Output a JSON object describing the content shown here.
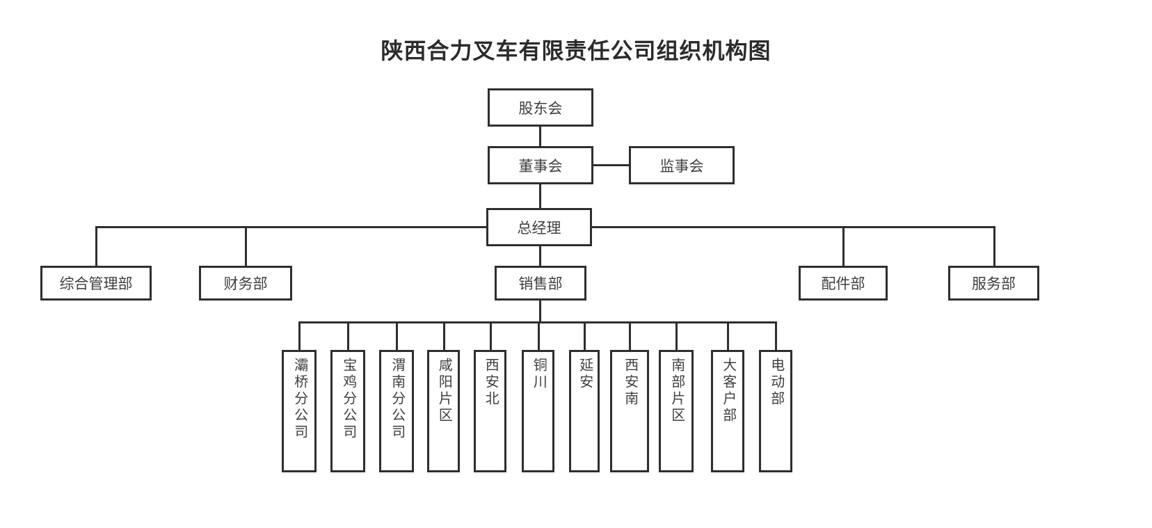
{
  "page": {
    "title": "陕西合力叉车有限责任公司组织机构图",
    "type": "organization-chart",
    "colors": {
      "background": "#ffffff",
      "border": "#2e2e2e",
      "text": "#3f3f3f",
      "title_text": "#2b2b2b"
    }
  },
  "chart_data": {
    "type": "diagram",
    "title": "陕西合力叉车有限责任公司组织机构图",
    "levels": [
      {
        "level": 1,
        "nodes": [
          "股东会"
        ]
      },
      {
        "level": 2,
        "nodes": [
          "董事会",
          "监事会"
        ]
      },
      {
        "level": 3,
        "nodes": [
          "总经理"
        ]
      },
      {
        "level": 4,
        "nodes": [
          "综合管理部",
          "财务部",
          "销售部",
          "配件部",
          "服务部"
        ]
      },
      {
        "level": 5,
        "nodes": [
          "灞桥分公司",
          "宝鸡分公司",
          "渭南分公司",
          "咸阳片区",
          "西安北",
          "铜川",
          "延安",
          "西安南",
          "南部片区",
          "大客户部",
          "电动部"
        ]
      }
    ]
  },
  "nodes": {
    "shareholders": {
      "label": "股东会"
    },
    "board": {
      "label": "董事会"
    },
    "supervisors": {
      "label": "监事会"
    },
    "gm": {
      "label": "总经理"
    },
    "dept_admin": {
      "label": "综合管理部"
    },
    "dept_finance": {
      "label": "财务部"
    },
    "dept_sales": {
      "label": "销售部"
    },
    "dept_parts": {
      "label": "配件部"
    },
    "dept_service": {
      "label": "服务部"
    }
  },
  "sales_branches": [
    {
      "label": "灞桥分公司"
    },
    {
      "label": "宝鸡分公司"
    },
    {
      "label": "渭南分公司"
    },
    {
      "label": "咸阳片区"
    },
    {
      "label": "西安北"
    },
    {
      "label": "铜川"
    },
    {
      "label": "延安"
    },
    {
      "label": "西安南"
    },
    {
      "label": "南部片区"
    },
    {
      "label": "大客户部"
    },
    {
      "label": "电动部"
    }
  ]
}
